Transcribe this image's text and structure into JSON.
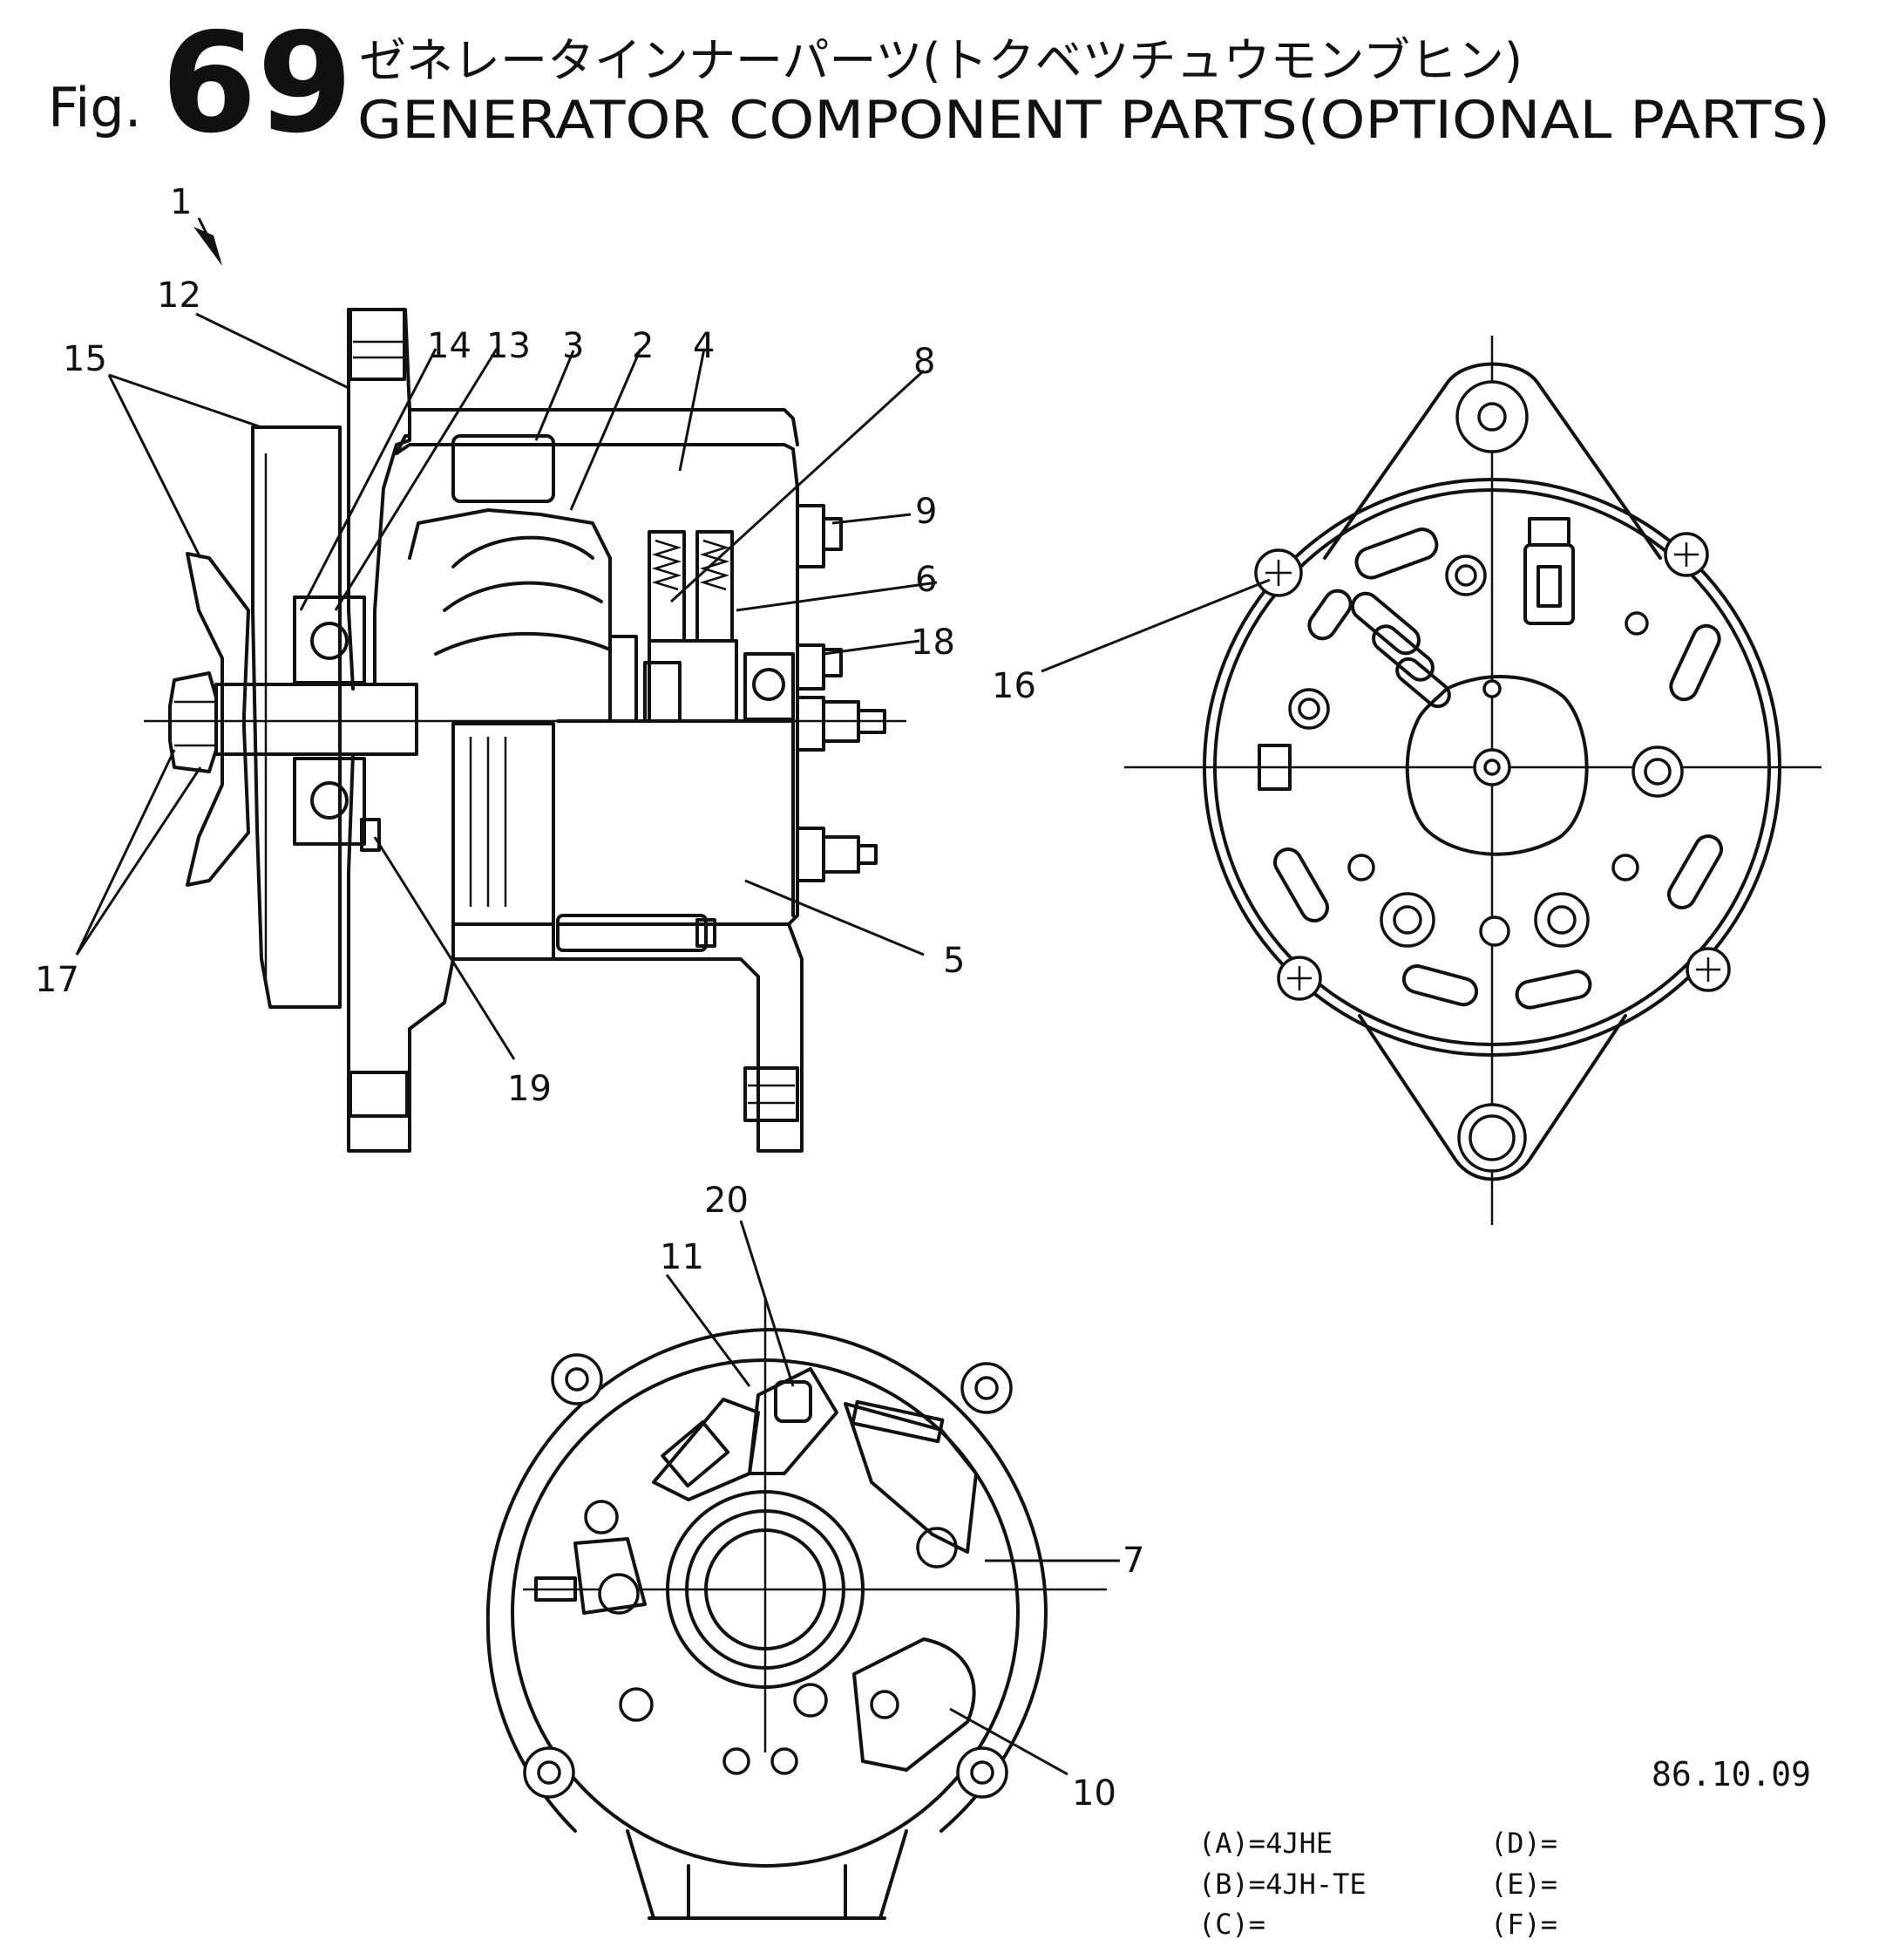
{
  "title": {
    "fig_prefix": "Fig.",
    "fig_number": "69",
    "japanese": "ゼネレータインナーパーツ(トクベツチュウモンブヒン)",
    "english": "GENERATOR COMPONENT PARTS(OPTIONAL PARTS)"
  },
  "callouts": [
    "1",
    "12",
    "14",
    "13",
    "3",
    "2",
    "4",
    "8",
    "15",
    "9",
    "6",
    "18",
    "16",
    "17",
    "5",
    "19",
    "20",
    "11",
    "7",
    "10"
  ],
  "date_code": "86.10.09",
  "model_table": {
    "left": [
      "(A)=4JHE",
      "(B)=4JH-TE",
      "(C)="
    ],
    "right": [
      "(D)=",
      "(E)=",
      "(F)="
    ]
  }
}
